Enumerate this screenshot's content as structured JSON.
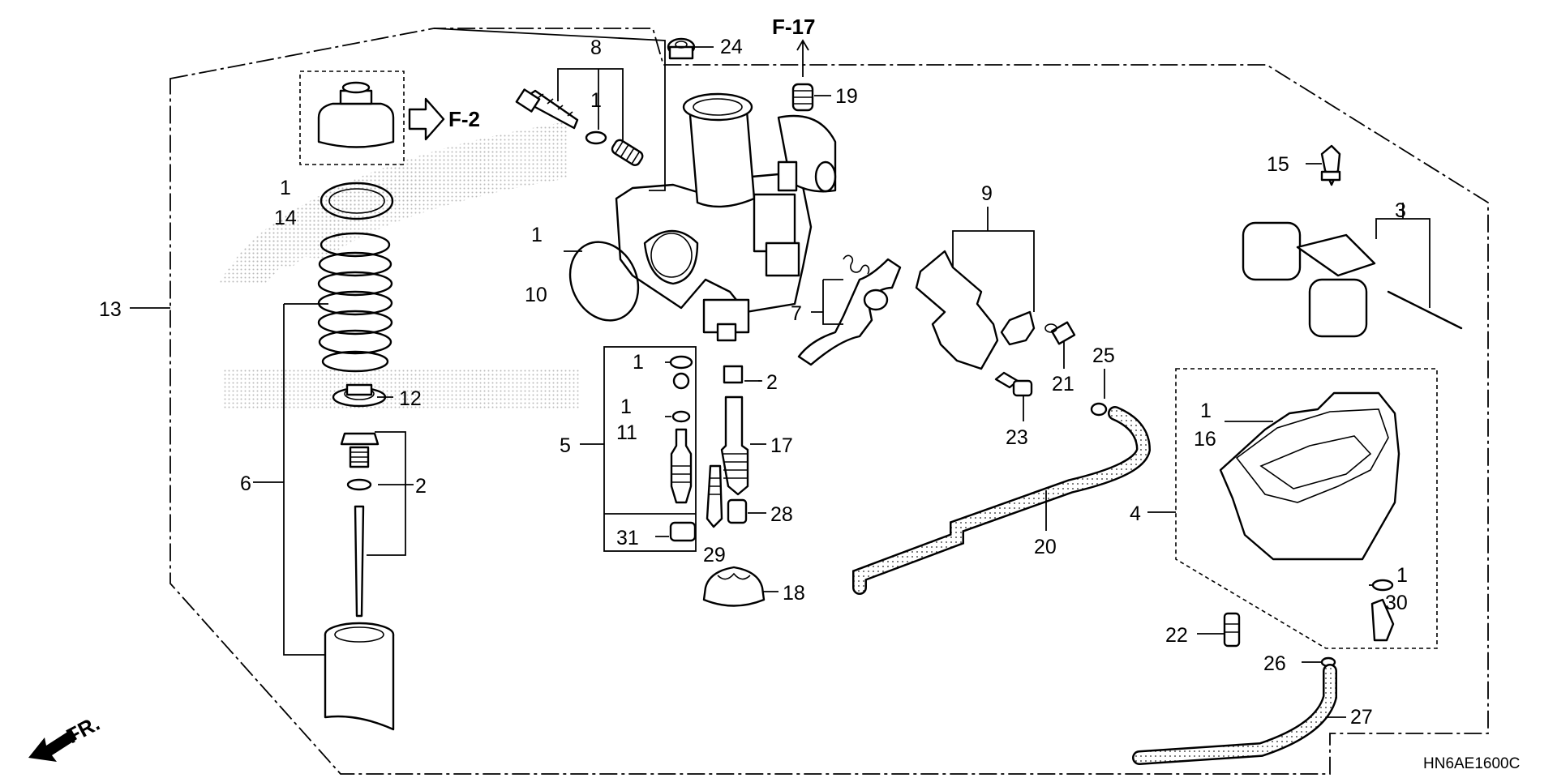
{
  "labels": {
    "p1a": "1",
    "p1b": "1",
    "p1c": "1",
    "p1d": "1",
    "p1e": "1",
    "p1f": "1",
    "p1g": "1",
    "p2a": "2",
    "p2b": "2",
    "p3": "3",
    "p4": "4",
    "p5": "5",
    "p6": "6",
    "p7": "7",
    "p8": "8",
    "p9": "9",
    "p10": "10",
    "p11": "11",
    "p12": "12",
    "p13": "13",
    "p14": "14",
    "p15": "15",
    "p16": "16",
    "p17": "17",
    "p18": "18",
    "p19": "19",
    "p20": "20",
    "p21": "21",
    "p22": "22",
    "p23": "23",
    "p24": "24",
    "p25": "25",
    "p26": "26",
    "p27": "27",
    "p28": "28",
    "p29": "29",
    "p30": "30",
    "p31": "31"
  },
  "references": {
    "f17": "F-17",
    "f2": "F-2"
  },
  "front_indicator": "FR.",
  "diagram_code": "HN6AE1600C"
}
